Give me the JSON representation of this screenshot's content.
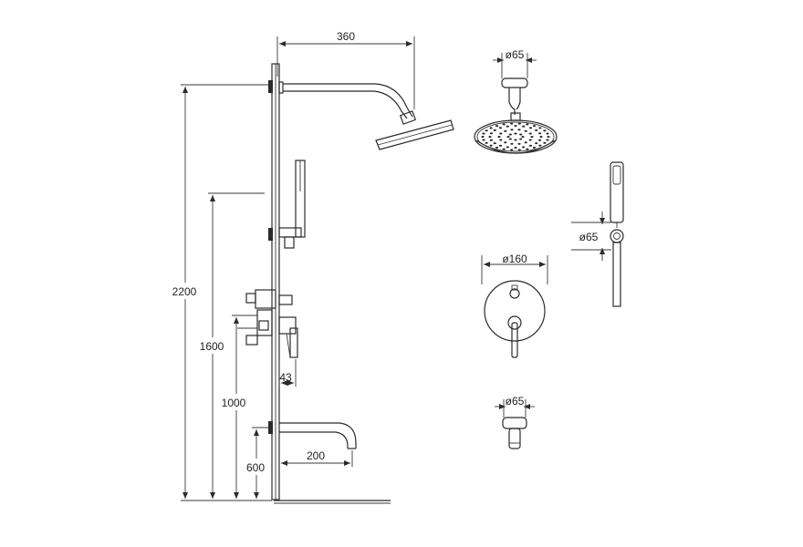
{
  "dimensions": {
    "arm_length": "360",
    "total_height": "2200",
    "hand_shower_height": "1600",
    "mixer_height": "1000",
    "spout_height": "600",
    "mixer_depth": "43",
    "spout_length": "200",
    "head_flange_diameter": "ø65",
    "hand_flange_diameter": "ø65",
    "mixer_plate_diameter": "ø160",
    "spout_flange_diameter": "ø65"
  },
  "colors": {
    "line": "#2b2b2b",
    "background": "#ffffff"
  }
}
